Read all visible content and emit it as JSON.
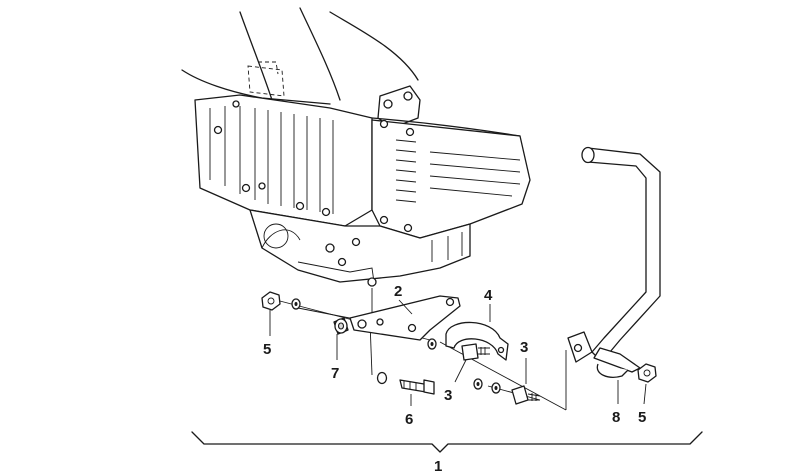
{
  "diagram": {
    "callouts": [
      {
        "id": "c1",
        "label": "1"
      },
      {
        "id": "c2",
        "label": "2"
      },
      {
        "id": "c3a",
        "label": "3"
      },
      {
        "id": "c3b",
        "label": "3"
      },
      {
        "id": "c4",
        "label": "4"
      },
      {
        "id": "c5a",
        "label": "5"
      },
      {
        "id": "c5b",
        "label": "5"
      },
      {
        "id": "c6",
        "label": "6"
      },
      {
        "id": "c7",
        "label": "7"
      },
      {
        "id": "c8",
        "label": "8"
      }
    ]
  }
}
